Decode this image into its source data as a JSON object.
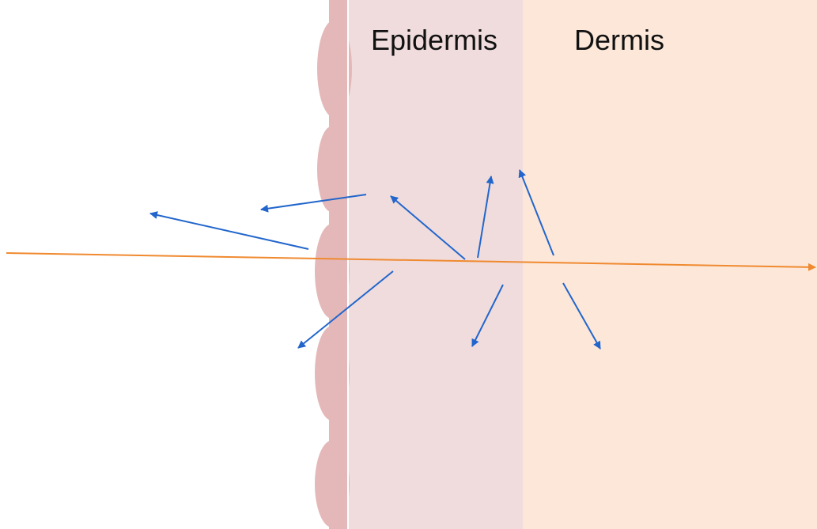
{
  "labels": {
    "epidermis": "Epidermis",
    "dermis": "Dermis"
  },
  "colors": {
    "background": "#ffffff",
    "stratum_corneum": "#e4b8b8",
    "epidermis": "#f0dcdc",
    "dermis": "#fce7d9",
    "boundary_line": "#ffffff",
    "scattered_light": "#2266cc",
    "incident_light": "#f08a30"
  },
  "icons": {
    "stratum_corneum": "rounded-cell-bumps",
    "scattered_light": "blue-arrow",
    "incident_light": "orange-arrow"
  }
}
